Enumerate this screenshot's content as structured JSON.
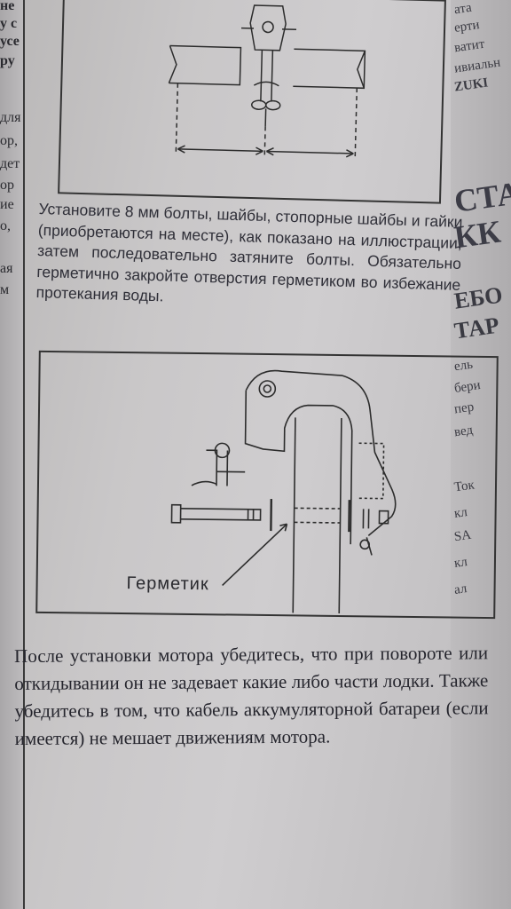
{
  "left_page": {
    "fragments": [
      "не",
      "у с",
      "усе",
      "ру",
      "для",
      "ор,",
      "дет",
      "ор",
      "ие",
      "о,",
      "ая",
      "м"
    ]
  },
  "right_page": {
    "fragments": [
      "ата",
      "ерти",
      "ватит",
      "ивиальн",
      "ZUKI",
      "СТА",
      "КК",
      "ЕБО",
      "ТАР",
      "ель",
      "бери",
      "пер",
      "вед",
      "Ток",
      "кл",
      "SA",
      "кл",
      "ал"
    ]
  },
  "figure1": {
    "description_icon": "outboard-motor-top-view-icon"
  },
  "paragraph1": "Установите 8 мм болты, шайбы, стопорные шайбы и гайки (приобретаются на месте), как показано на иллюстрации, затем последовательно затяните болты. Обязательно герметично закройте отверстия герметиком во избежание протекания воды.",
  "figure2": {
    "label": "Герметик"
  },
  "paragraph2": "После установки мотора убедитесь, что при повороте или откидывании он не задевает какие либо части лодки. Также убедитесь в том, что кабель аккумуляторной батареи (если имеется) не мешает движениям мотора."
}
